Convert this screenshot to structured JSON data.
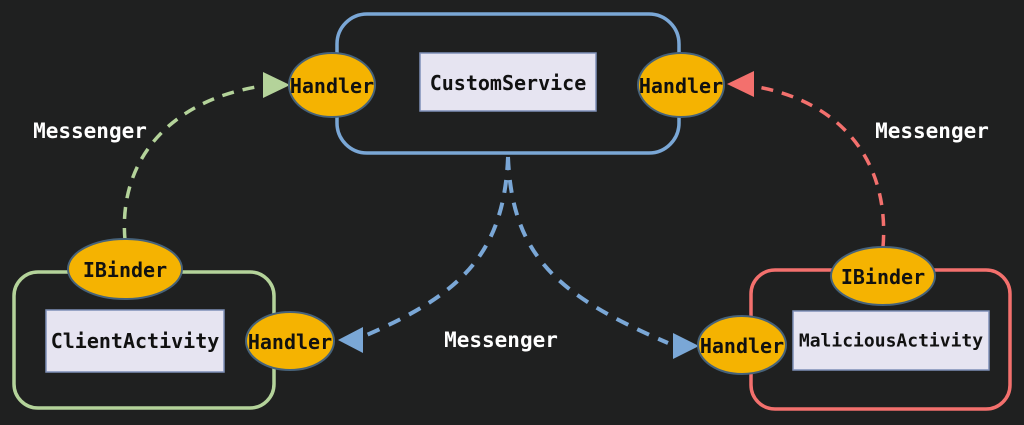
{
  "diagram": {
    "nodes": {
      "custom_service": {
        "label": "CustomService"
      },
      "client_activity": {
        "label": "ClientActivity"
      },
      "malicious_activity": {
        "label": "MaliciousActivity"
      }
    },
    "badges": {
      "handler_service_left": {
        "label": "Handler"
      },
      "handler_service_right": {
        "label": "Handler"
      },
      "handler_client": {
        "label": "Handler"
      },
      "handler_malicious": {
        "label": "Handler"
      },
      "ibinder_client": {
        "label": "IBinder"
      },
      "ibinder_malicious": {
        "label": "IBinder"
      }
    },
    "edges": {
      "messenger_client_to_service": {
        "label": "Messenger"
      },
      "messenger_malicious_to_service": {
        "label": "Messenger"
      },
      "messenger_service_to_handlers": {
        "label": "Messenger"
      }
    },
    "colors": {
      "background": "#1f2020",
      "service_border": "#7aa7d6",
      "client_border": "#b4d39a",
      "malicious_border": "#f3706d",
      "badge_fill": "#f5b301",
      "badge_stroke": "#46627a",
      "label_box_fill": "#e6e4f1",
      "label_box_stroke": "#7f8fb8",
      "messenger_text": "#ffffff",
      "node_text": "#111111"
    }
  }
}
